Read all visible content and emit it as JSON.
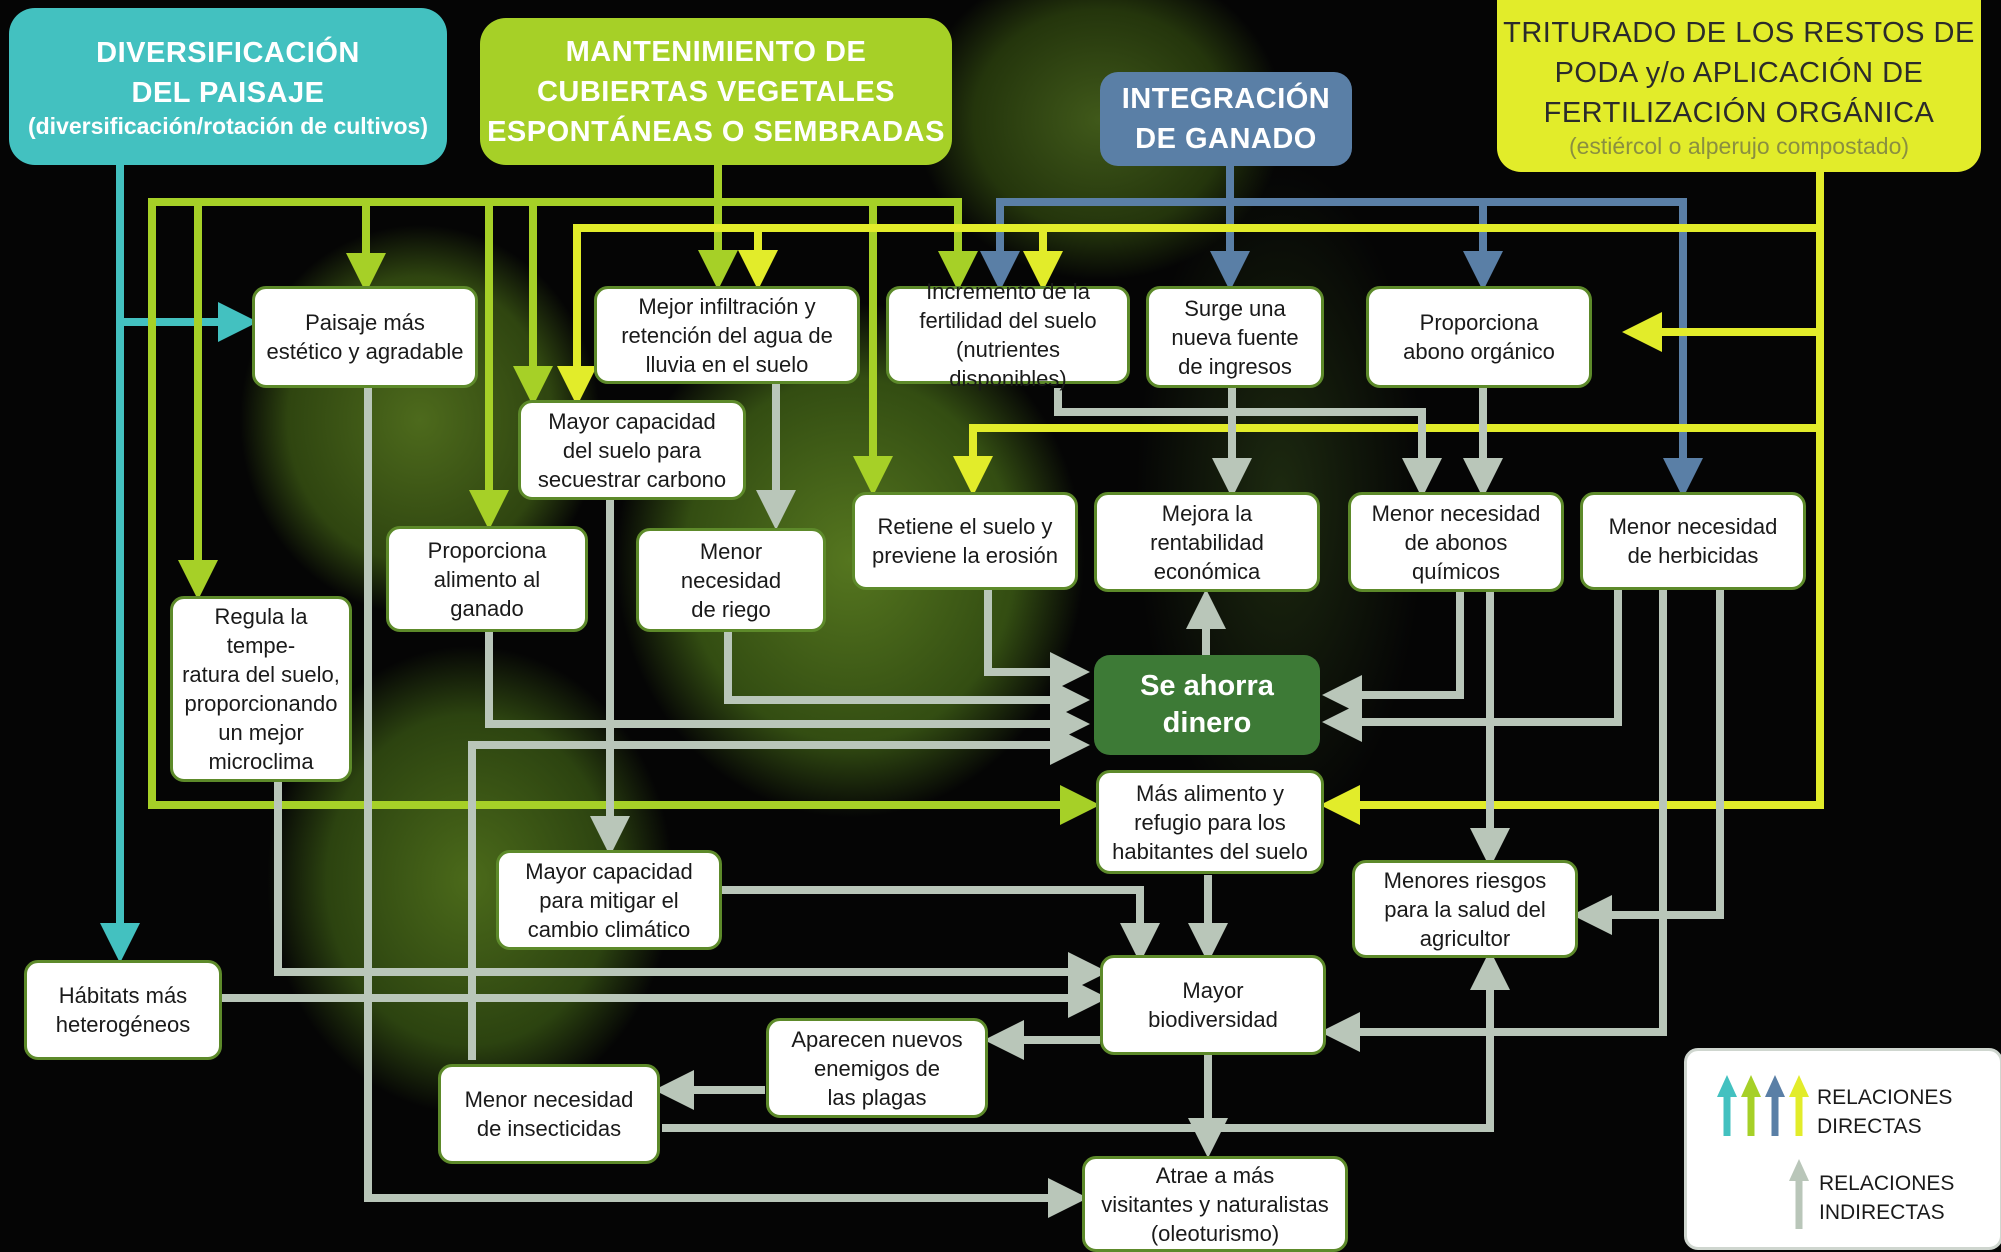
{
  "headers": {
    "paisaje": {
      "title": "DIVERSIFICACIÓN\nDEL PAISAJE",
      "sub": "(diversificación/rotación de cultivos)",
      "color": "#43c1c0"
    },
    "cubiertas": {
      "title": "MANTENIMIENTO DE\nCUBIERTAS VEGETALES\nESPONTÁNEAS O SEMBRADAS",
      "color": "#a6d027"
    },
    "ganado": {
      "title": "INTEGRACIÓN\nDE GANADO",
      "color": "#5a7fa6"
    },
    "triturado": {
      "title": "TRITURADO DE LOS RESTOS DE\nPODA y/o APLICACIÓN DE\nFERTILIZACIÓN ORGÁNICA",
      "sub": "(estiércol o alperujo compostado)",
      "color": "#e2ec2a"
    }
  },
  "nodes": {
    "paisaje_estetico": "Paisaje más\nestético y agradable",
    "infiltracion": "Mejor infiltración y\nretención del agua de\nlluvia en el suelo",
    "fertilidad": "Incremento de la\nfertilidad del suelo\n(nutrientes disponibles)",
    "ingresos": "Surge una\nnueva fuente\nde ingresos",
    "abono_organico": "Proporciona\nabono orgánico",
    "carbono": "Mayor capacidad\ndel suelo para\nsecuestrar carbono",
    "alimento_ganado": "Proporciona\nalimento al\nganado",
    "riego": "Menor\nnecesidad\nde riego",
    "erosion": "Retiene el suelo y\npreviene la erosión",
    "rentabilidad": "Mejora la\nrentabilidad\neconómica",
    "abonos_quimicos": "Menor necesidad\nde abonos\nquímicos",
    "herbicidas": "Menor necesidad\nde herbicidas",
    "temperatura": "Regula la tempe-\nratura del suelo,\nproporcionando\nun mejor\nmicroclima",
    "refugio": "Más alimento y\nrefugio para los\nhabitantes del suelo",
    "cambio_climatico": "Mayor capacidad\npara mitigar el\ncambio climático",
    "riesgos_salud": "Menores riesgos\npara la salud del\nagricultor",
    "habitats": "Hábitats más\nheterogéneos",
    "biodiversidad": "Mayor\nbiodiversidad",
    "enemigos": "Aparecen nuevos\nenemigos de\nlas plagas",
    "insecticidas": "Menor necesidad\nde insecticidas",
    "oleoturismo": "Atrae a más\nvisitantes y naturalistas\n(oleoturismo)"
  },
  "center": {
    "label": "Se ahorra\ndinero",
    "color": "#3d7a36"
  },
  "legend": {
    "direct": "RELACIONES\nDIRECTAS",
    "indirect": "RELACIONES\nINDIRECTAS",
    "direct_colors": [
      "#43c1c0",
      "#a6d027",
      "#5a7fa6",
      "#e2ec2a"
    ],
    "indirect_color": "#b9c6b9"
  },
  "colors": {
    "teal": "#43c1c0",
    "green": "#a6d027",
    "blue": "#5a7fa6",
    "yellow": "#e2ec2a",
    "gray": "#b9c6b9"
  }
}
